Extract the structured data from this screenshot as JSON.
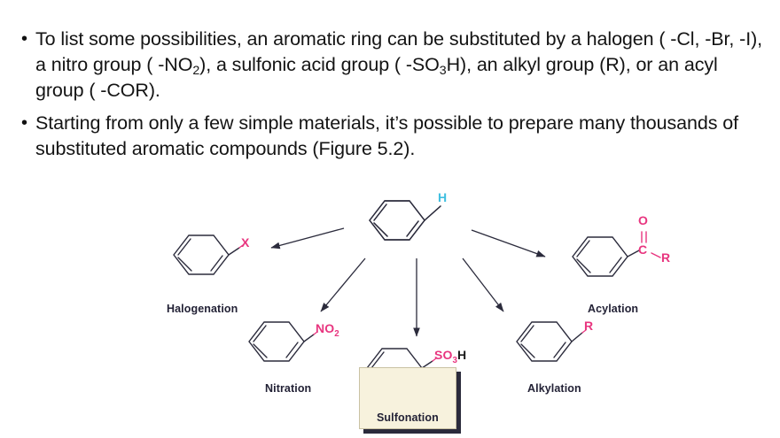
{
  "slide": {
    "bullets": [
      {
        "id": "bullet-1",
        "segments": [
          {
            "t": "To list some possibilities, an aromatic ring can be substituted by a halogen ( -Cl, -Br, -I), a nitro group ( -NO"
          },
          {
            "t": "2",
            "sub": true
          },
          {
            "t": "), a sulfonic acid group ( -SO"
          },
          {
            "t": "3",
            "sub": true
          },
          {
            "t": "H), an alkyl group (R), or an acyl group ( -COR)."
          }
        ]
      },
      {
        "id": "bullet-2",
        "segments": [
          {
            "t": "Starting from only a few simple materials, it’s possible to prepare many thousands of substituted aromatic compounds (Figure 5.2)."
          }
        ]
      }
    ],
    "bullet_marker": "•"
  },
  "figure": {
    "center": {
      "substituent_label": "H",
      "substituent_color": "#3fbfe0",
      "box_fill": "#f7f2dd",
      "box_shadow_color": "#2b2b3c"
    },
    "accent_color": "#e8357f",
    "bond_color": "#2b2b3c",
    "arrow_color": "#2b2b3c",
    "label_color": "#232236",
    "nodes": [
      {
        "id": "halogenation",
        "label": "Halogenation",
        "substituent": "X",
        "substituent_color": "#e8357f"
      },
      {
        "id": "nitration",
        "label": "Nitration",
        "substituent": "NO",
        "substituent_sub": "2",
        "substituent_color": "#e8357f"
      },
      {
        "id": "sulfonation",
        "label": "Sulfonation",
        "substituent": "SO",
        "substituent_sub": "3",
        "substituent_tail": "H",
        "substituent_color": "#e8357f",
        "tail_color": "#1a1a1a"
      },
      {
        "id": "alkylation",
        "label": "Alkylation",
        "substituent": "R",
        "substituent_color": "#e8357f"
      },
      {
        "id": "acylation",
        "label": "Acylation",
        "substituent": "C",
        "substituent_oxygen": "O",
        "substituent_tail": "R",
        "substituent_color": "#e8357f"
      }
    ]
  }
}
